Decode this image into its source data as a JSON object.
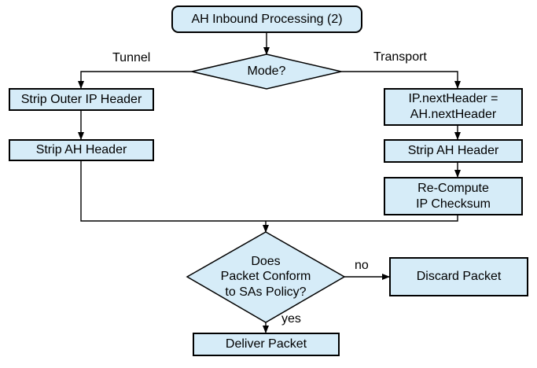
{
  "diagram": {
    "title": "AH Inbound Processing (2)",
    "type": "flowchart",
    "colors": {
      "node_fill": "#d6ecf8",
      "node_border": "#000000",
      "connector": "#000000",
      "background": "#ffffff",
      "text": "#000000"
    },
    "nodes": {
      "start": {
        "label": "AH Inbound Processing (2)",
        "shape": "rounded-rect"
      },
      "mode_decision": {
        "label": "Mode?",
        "shape": "diamond"
      },
      "strip_outer_ip": {
        "label": "Strip Outer IP Header",
        "shape": "rect"
      },
      "strip_ah_tunnel": {
        "label": "Strip AH Header",
        "shape": "rect"
      },
      "ip_next_header": {
        "label": "IP.nextHeader =\nAH.nextHeader",
        "shape": "rect"
      },
      "strip_ah_transport": {
        "label": "Strip AH Header",
        "shape": "rect"
      },
      "recompute_checksum": {
        "label": "Re-Compute\nIP Checksum",
        "shape": "rect"
      },
      "policy_decision": {
        "label": "Does\nPacket Conform\nto SAs Policy?",
        "shape": "diamond"
      },
      "discard_packet": {
        "label": "Discard Packet",
        "shape": "rect"
      },
      "deliver_packet": {
        "label": "Deliver Packet",
        "shape": "rect"
      }
    },
    "edge_labels": {
      "tunnel": "Tunnel",
      "transport": "Transport",
      "no": "no",
      "yes": "yes"
    }
  }
}
